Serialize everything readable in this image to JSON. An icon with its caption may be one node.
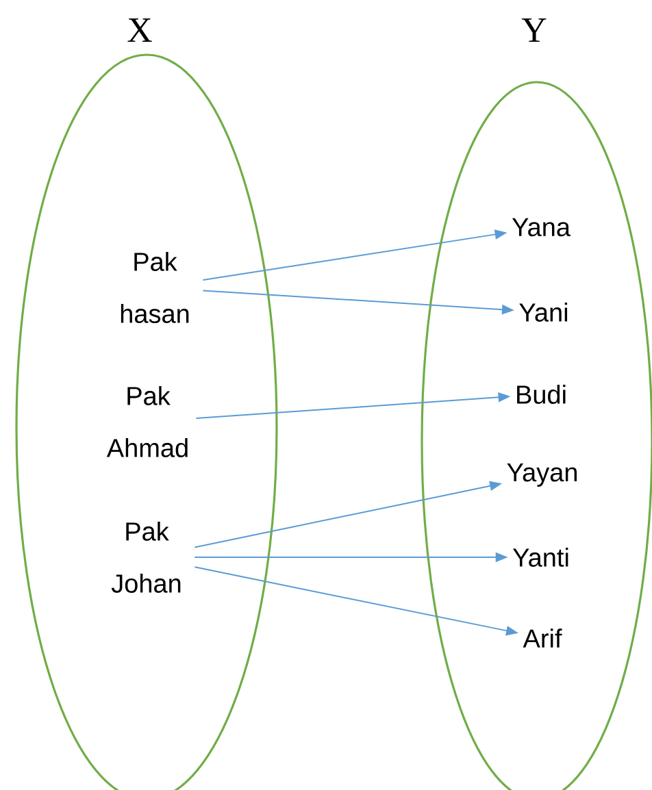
{
  "diagram": {
    "nodes": [
      {
        "text": [
          "X"
        ]
      },
      {
        "text": [
          "Y"
        ]
      },
      {
        "text": [
          "Pak hasan"
        ],
        "in": 0
      },
      {
        "text": [
          "Pak Ahmad"
        ],
        "in": 0
      },
      {
        "text": [
          "Pak Johan"
        ],
        "in": 0
      },
      {
        "text": [
          "Yana"
        ],
        "in": 1
      },
      {
        "text": [
          "Yani"
        ],
        "in": 1
      },
      {
        "text": [
          "Budi"
        ],
        "in": 1
      },
      {
        "text": [
          "Yayan"
        ],
        "in": 1
      },
      {
        "text": [
          "Yanti"
        ],
        "in": 1
      },
      {
        "text": [
          "Arif"
        ],
        "in": 1
      }
    ],
    "edges": [
      {
        "from": 2,
        "to": 5,
        "arrow": "to"
      },
      {
        "from": 2,
        "to": 6,
        "arrow": "to"
      },
      {
        "from": 3,
        "to": 7,
        "arrow": "to"
      },
      {
        "from": 4,
        "to": 8,
        "arrow": "to"
      },
      {
        "from": 4,
        "to": 9,
        "arrow": "to"
      },
      {
        "from": 4,
        "to": 10,
        "arrow": "to"
      }
    ]
  }
}
